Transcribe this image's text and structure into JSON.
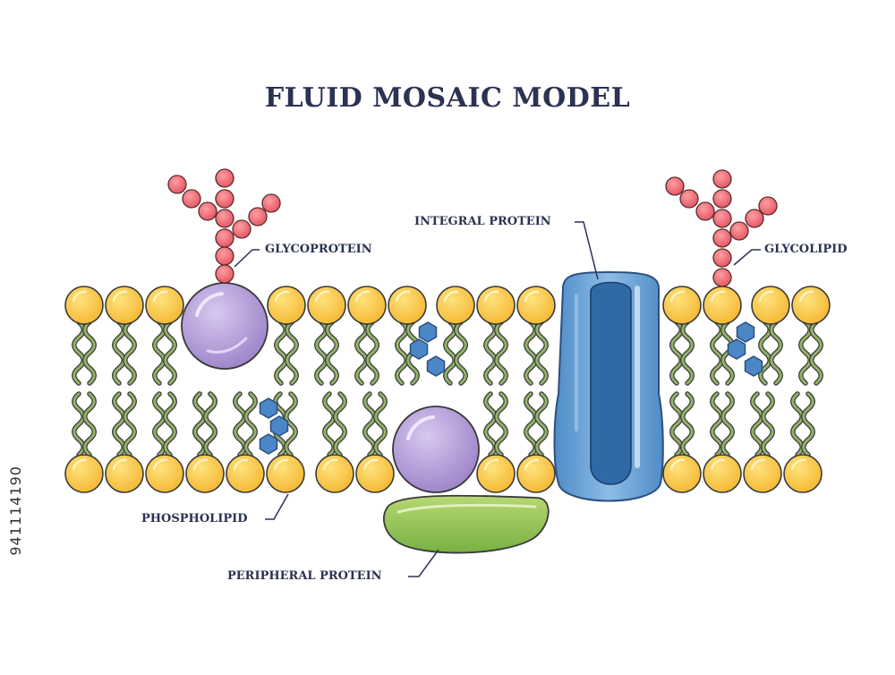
{
  "title": "FLUID MOSAIC MODEL",
  "labels": {
    "glycoprotein": "GLYCOPROTEIN",
    "integral_protein": "INTEGRAL PROTEIN",
    "glycolipid": "GLYCOLIPID",
    "phospholipid": "PHOSPHOLIPID",
    "peripheral_protein": "PERIPHERAL PROTEIN"
  },
  "stock_id": "941114190",
  "colors": {
    "head_fill": "#f8c54a",
    "head_stroke": "#3a3a3a",
    "tail": "#93b26a",
    "glyco_fill": "#ea6a72",
    "round_protein": "#b19ad3",
    "integral_protein": "#5b97cf",
    "peripheral_protein": "#8fc455",
    "cholesterol": "#4b86c6",
    "text": "#2b3252"
  }
}
